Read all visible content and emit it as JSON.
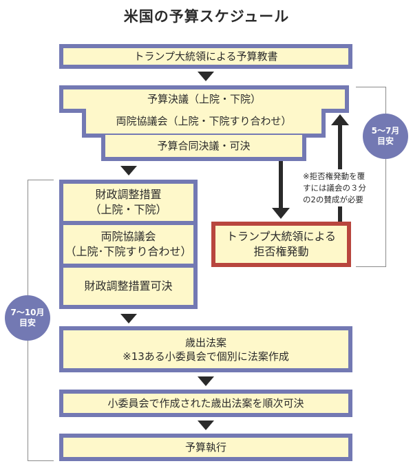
{
  "title": "米国の予算スケジュール",
  "colors": {
    "box_fill": "#fef8ca",
    "box_border": "#7379b3",
    "veto_border": "#b8463e",
    "badge_fill": "#7379b3"
  },
  "steps": {
    "budget_message": "トランプ大統領による予算教書",
    "budget_resolution": "予算決議（上院・下院）",
    "conference_1": "両院協議会（上院・下院すり合わせ）",
    "joint_resolution": "予算合同決議・可決",
    "reconciliation": {
      "line1": "財政調整措置",
      "line2": "（上院・下院）"
    },
    "conference_2": {
      "line1": "両院協議会",
      "line2": "（上院･下院すり合わせ）"
    },
    "reconciliation_passed": "財政調整措置可決",
    "appropriations": {
      "line1": "歳出法案",
      "line2": "※13ある小委員会で個別に法案作成"
    },
    "sequential_passage": "小委員会で作成された歳出法案を順次可決",
    "execution": "予算執行"
  },
  "veto": {
    "line1": "トランプ大統領による",
    "line2": "拒否権発動",
    "note": [
      "※拒否権発動を覆",
      "すには議会の３分",
      "の2の賛成が必要"
    ]
  },
  "periods": [
    {
      "line1": "5〜7月",
      "line2": "目安"
    },
    {
      "line1": "7〜10月",
      "line2": "目安"
    }
  ]
}
